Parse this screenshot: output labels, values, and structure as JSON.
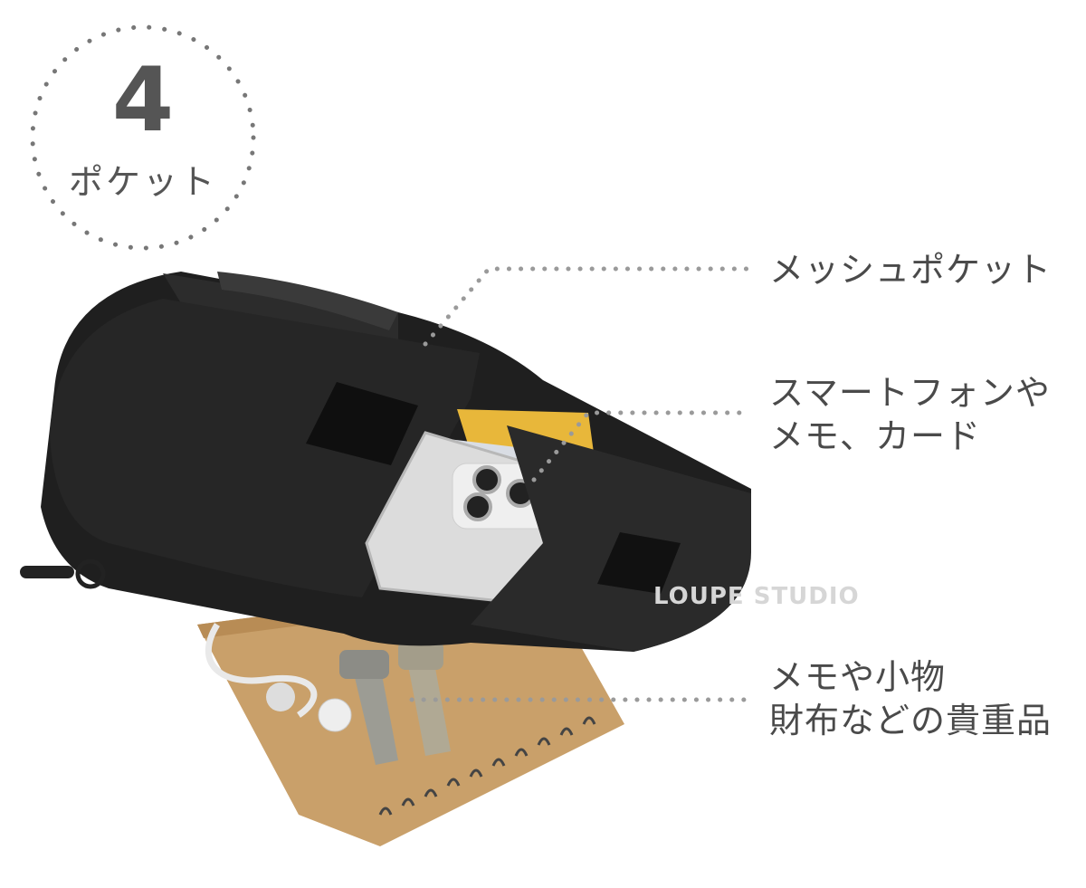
{
  "badge": {
    "number": "4",
    "label": "ポケット"
  },
  "callouts": [
    {
      "lines": [
        "メッシュポケット"
      ]
    },
    {
      "lines": [
        "スマートフォンや",
        "メモ、カード"
      ]
    },
    {
      "lines": [
        "メモや小物",
        "財布などの貴重品"
      ]
    }
  ],
  "watermark": "LOUPE STUDIO",
  "colors": {
    "bag": "#1c1c1c",
    "text": "#4a4a4a",
    "dots": "#9a9a9a",
    "notebook": "#c9a06a",
    "card": "#e8b73a"
  }
}
